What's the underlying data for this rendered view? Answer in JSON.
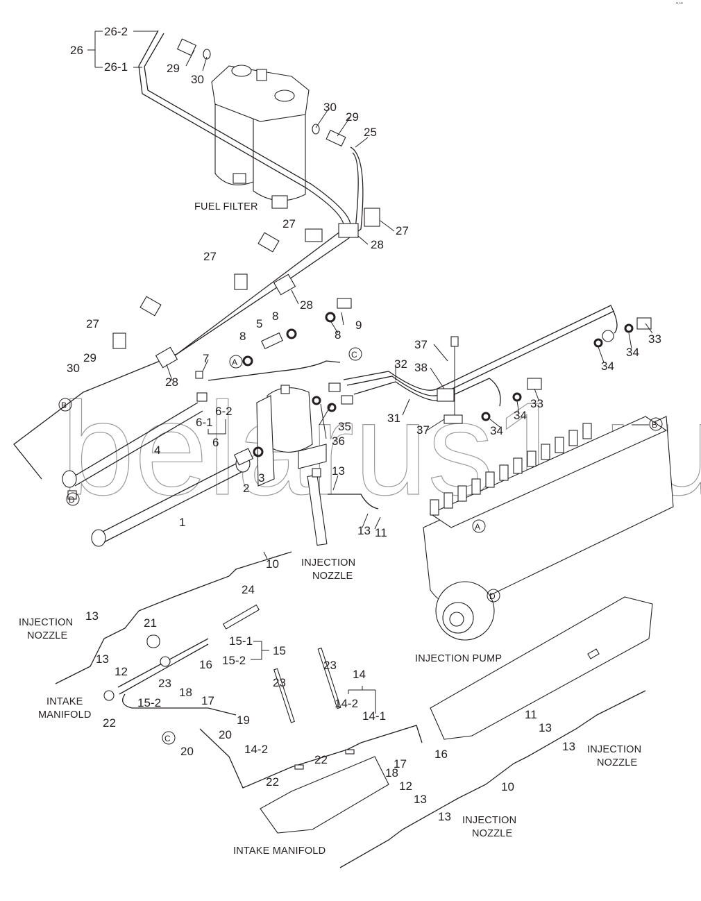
{
  "watermark": "belarus1.ru",
  "corner_mark": "•• •••",
  "components": {
    "fuel_filter": "FUEL FILTER",
    "injection_pump": "INJECTION PUMP",
    "intake_manifold_right": "INTAKE MANIFOLD",
    "intake_manifold_left_1": "INTAKE",
    "intake_manifold_left_2": "MANIFOLD",
    "injection_nozzle_1": "INJECTION",
    "injection_nozzle_2": "NOZZLE"
  },
  "ref_circles": {
    "a": "A",
    "b": "B",
    "c": "C",
    "d": "D"
  },
  "callouts": {
    "p1": "1",
    "p2": "2",
    "p3": "3",
    "p4": "4",
    "p5": "5",
    "p6": "6",
    "p6_1": "6-1",
    "p6_2": "6-2",
    "p7": "7",
    "p8": "8",
    "p9": "9",
    "p10": "10",
    "p11": "11",
    "p12": "12",
    "p13": "13",
    "p14": "14",
    "p14_1": "14-1",
    "p14_2": "14-2",
    "p15": "15",
    "p15_1": "15-1",
    "p15_2": "15-2",
    "p16": "16",
    "p17": "17",
    "p18": "18",
    "p19": "19",
    "p20": "20",
    "p21": "21",
    "p22": "22",
    "p23": "23",
    "p24": "24",
    "p25": "25",
    "p26": "26",
    "p26_1": "26-1",
    "p26_2": "26-2",
    "p27": "27",
    "p28": "28",
    "p29": "29",
    "p30": "30",
    "p31": "31",
    "p32": "32",
    "p33": "33",
    "p34": "34",
    "p35": "35",
    "p36": "36",
    "p37": "37",
    "p38": "38"
  }
}
